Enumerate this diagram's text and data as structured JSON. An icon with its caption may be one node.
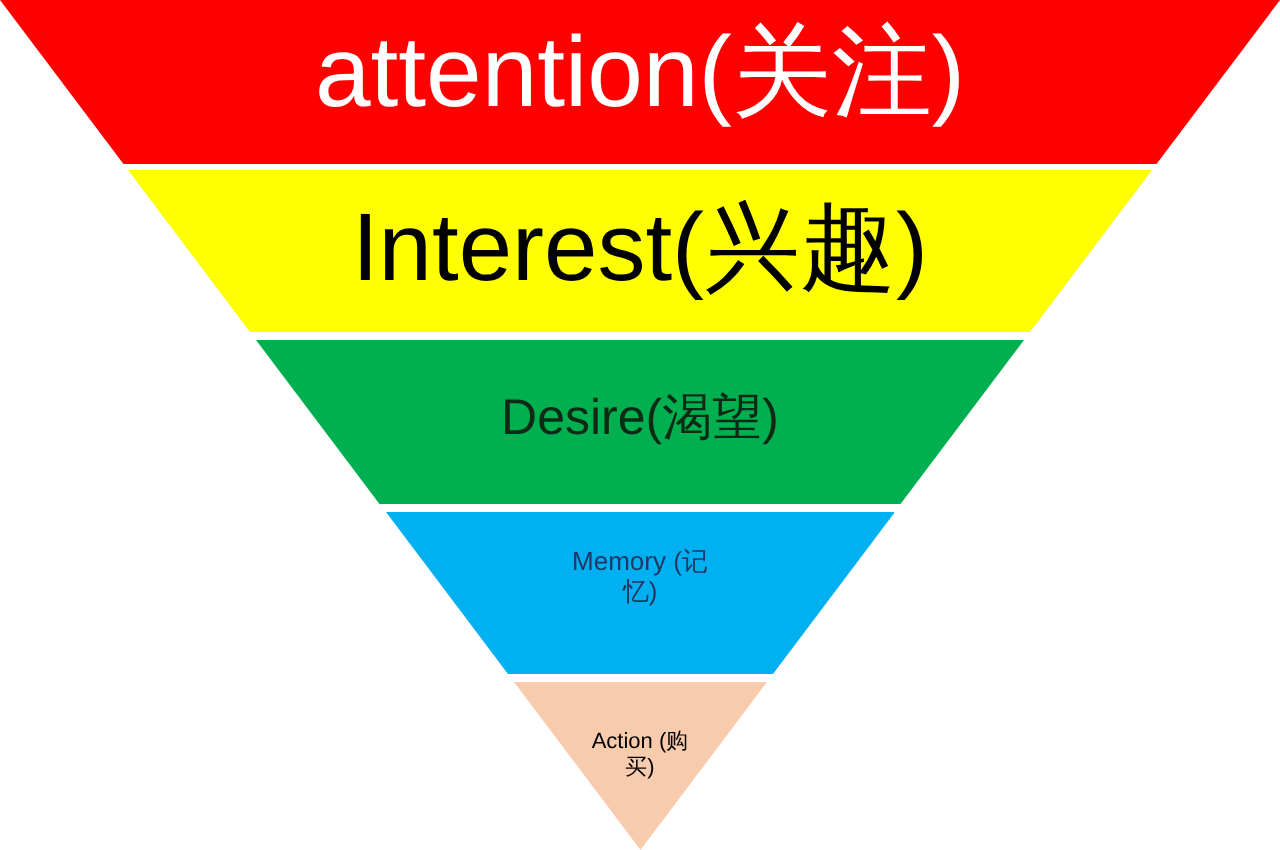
{
  "diagram": {
    "nodes": [
      {
        "text": [
          "attention(关注)"
        ]
      },
      {
        "text": [
          "Interest(兴趣)"
        ]
      },
      {
        "text": [
          "Desire(渴望)"
        ]
      },
      {
        "text": [
          "Memory (记忆)"
        ]
      },
      {
        "text": [
          "Action (购买)"
        ]
      }
    ]
  }
}
